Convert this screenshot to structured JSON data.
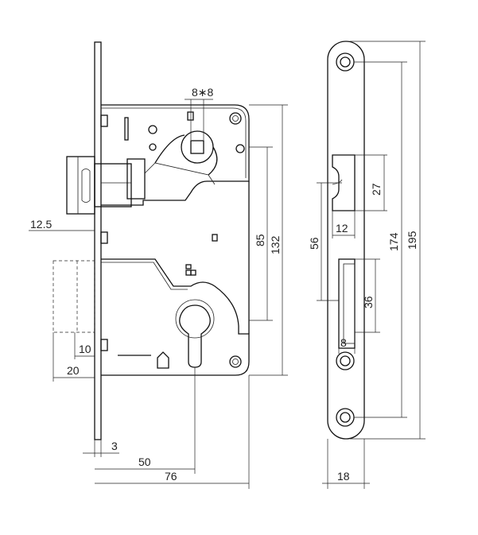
{
  "diagram": {
    "dimensions": {
      "spindle": "8∗8",
      "backset_in": "12.5",
      "latch_centre": "85",
      "screw_centres": "132",
      "fore_end_offset": "10",
      "latch_throw": "20",
      "plate_thickness": "3",
      "backset": "50",
      "case_depth": "76",
      "strike_latch_height": "27",
      "strike_latch_width": "12",
      "strike_spacing": "56",
      "strike_bolt_height": "36",
      "strike_bolt_width": "8",
      "plate_screw_spacing": "174",
      "plate_length": "195",
      "plate_width": "18"
    }
  }
}
